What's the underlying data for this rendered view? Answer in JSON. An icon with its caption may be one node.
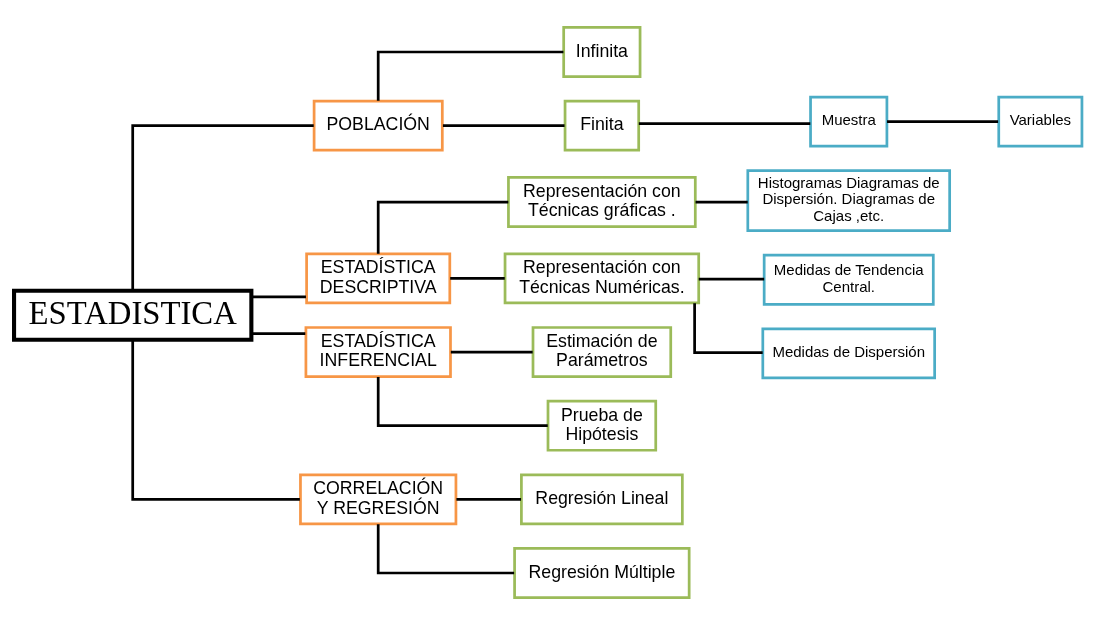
{
  "diagram": {
    "nodes": [
      {
        "text": [
          "ESTADISTICA"
        ]
      },
      {
        "text": [
          "POBLACIÓN"
        ]
      },
      {
        "text": [
          "Infinita"
        ]
      },
      {
        "text": [
          "Finita"
        ]
      },
      {
        "text": [
          "Muestra"
        ]
      },
      {
        "text": [
          "Variables"
        ]
      },
      {
        "text": [
          "ESTADÍSTICA DESCRIPTIVA"
        ]
      },
      {
        "text": [
          "Representación con Técnicas gráficas ."
        ]
      },
      {
        "text": [
          "Histogramas Diagramas de Dispersión. Diagramas de Cajas ,etc."
        ]
      },
      {
        "text": [
          "Representación con Técnicas Numéricas."
        ]
      },
      {
        "text": [
          "Medidas de Tendencia Central."
        ]
      },
      {
        "text": [
          "Medidas de Dispersión"
        ]
      },
      {
        "text": [
          "ESTADÍSTICA INFERENCIAL"
        ]
      },
      {
        "text": [
          "Estimación de Parámetros"
        ]
      },
      {
        "text": [
          "Prueba de Hipótesis"
        ]
      },
      {
        "text": [
          "CORRELACIÓN Y REGRESIÓN"
        ]
      },
      {
        "text": [
          "Regresión Lineal"
        ]
      },
      {
        "text": [
          "Regresión Múltiple"
        ]
      }
    ],
    "edges": [
      {
        "from": 0,
        "to": 1,
        "arrow": "none"
      },
      {
        "from": 1,
        "to": 2,
        "arrow": "none"
      },
      {
        "from": 1,
        "to": 3,
        "arrow": "none"
      },
      {
        "from": 3,
        "to": 4,
        "arrow": "none"
      },
      {
        "from": 4,
        "to": 5,
        "arrow": "none"
      },
      {
        "from": 0,
        "to": 6,
        "arrow": "none"
      },
      {
        "from": 6,
        "to": 7,
        "arrow": "none"
      },
      {
        "from": 7,
        "to": 8,
        "arrow": "none"
      },
      {
        "from": 6,
        "to": 9,
        "arrow": "none"
      },
      {
        "from": 9,
        "to": 10,
        "arrow": "none"
      },
      {
        "from": 9,
        "to": 11,
        "arrow": "none"
      },
      {
        "from": 0,
        "to": 12,
        "arrow": "none"
      },
      {
        "from": 12,
        "to": 13,
        "arrow": "none"
      },
      {
        "from": 12,
        "to": 14,
        "arrow": "none"
      },
      {
        "from": 0,
        "to": 15,
        "arrow": "none"
      },
      {
        "from": 15,
        "to": 16,
        "arrow": "none"
      },
      {
        "from": 15,
        "to": 17,
        "arrow": "none"
      }
    ]
  }
}
